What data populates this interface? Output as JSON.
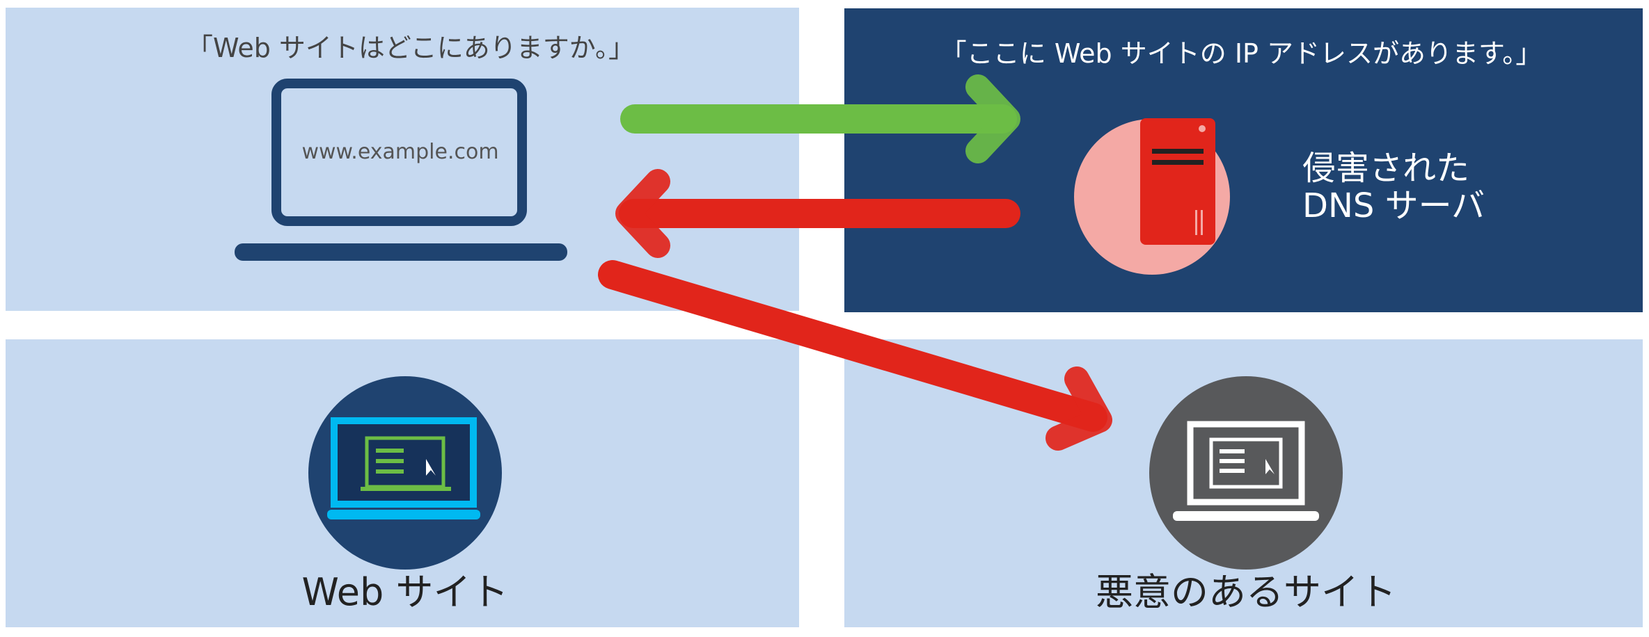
{
  "client_panel": {
    "question": "「Web サイトはどこにありますか。」",
    "url": "www.example.com"
  },
  "dns_panel": {
    "answer": "「ここに Web サイトの IP アドレスがあります。」",
    "label_line1": "侵害された",
    "label_line2": "DNS サーバ"
  },
  "legit_panel": {
    "label": "Web サイト"
  },
  "malicious_panel": {
    "label": "悪意のあるサイト"
  },
  "colors": {
    "panel_light": "#c6d9f0",
    "panel_dark": "#1f4370",
    "green_arrow": "#6cbd45",
    "red_arrow": "#e1251b",
    "dns_circle": "#f4a9a5",
    "malicious_circle": "#58595b"
  }
}
